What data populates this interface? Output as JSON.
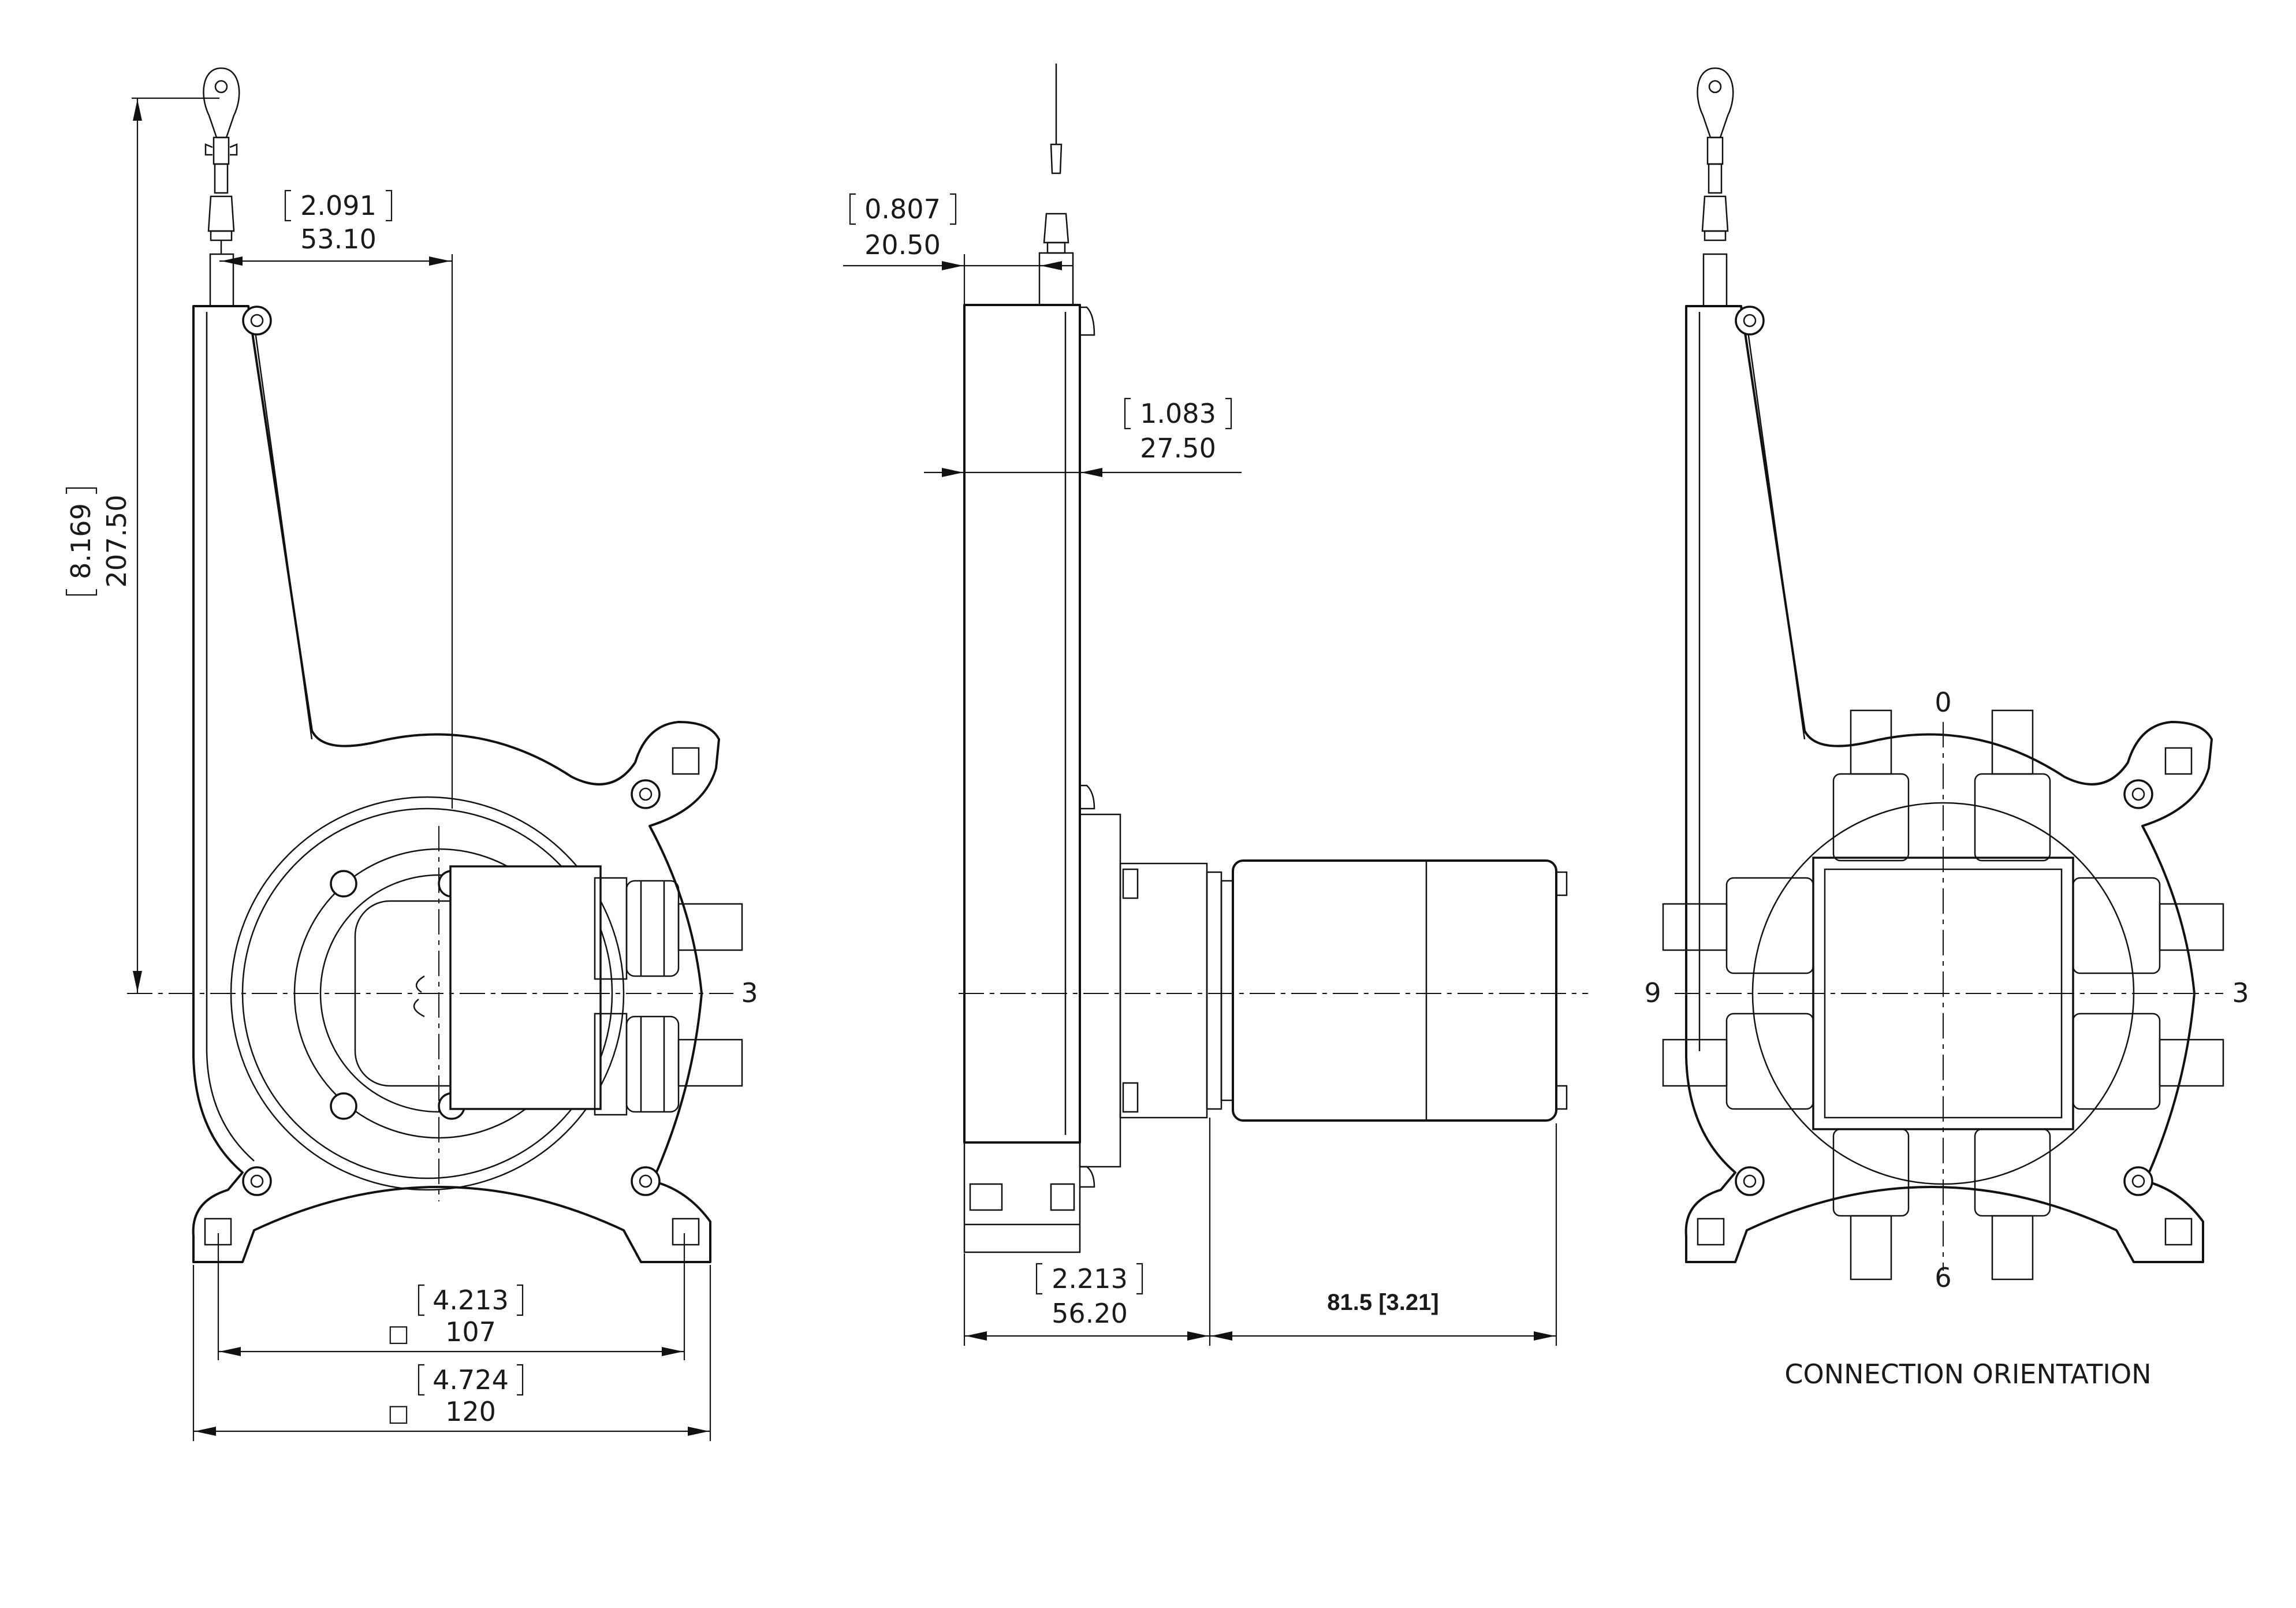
{
  "left_view": {
    "dim_top_inch": "2.091",
    "dim_top_mm": "53.10",
    "dim_height_inch": "8.169",
    "dim_height_mm": "207.50",
    "connector_label": "3",
    "dim_flange_inch": "4.213",
    "dim_flange_square": "□",
    "dim_flange_mm": "107",
    "dim_width_inch": "4.724",
    "dim_width_square": "□",
    "dim_width_mm": "120"
  },
  "side_view": {
    "dim_cable_inch": "0.807",
    "dim_cable_mm": "20.50",
    "dim_body_inch": "1.083",
    "dim_body_mm": "27.50",
    "dim_depth_inch": "2.213",
    "dim_depth_mm": "56.20",
    "dim_encoder": "81.5 [3.21]"
  },
  "right_view": {
    "orient_top": "0",
    "orient_right": "3",
    "orient_bottom": "6",
    "orient_left": "9",
    "caption": "CONNECTION ORIENTATION"
  }
}
